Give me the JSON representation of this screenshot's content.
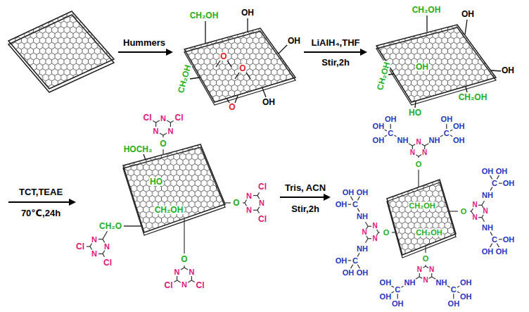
{
  "diagram": {
    "labels": [
      "Hummers",
      "LiAlH₄,THF",
      "Stir,2h",
      "TCT,TEAE",
      "70℃,24h",
      "Tris, ACN",
      "Stir,2h",
      "CH₂OH",
      "OH",
      "OH",
      "O",
      "O",
      "CH₂OH",
      "O",
      "OH",
      "CH₂OH",
      "OH",
      "OH",
      "OH",
      "CH₂OH",
      "HO",
      "CH₂OH",
      "N",
      "N",
      "N",
      "Cl",
      "Cl",
      "O",
      "HOCH₂",
      "HO",
      "N",
      "N",
      "N",
      "Cl",
      "Cl",
      "O",
      "N",
      "N",
      "N",
      "Cl",
      "Cl",
      "CH₂O",
      "CH₂OH",
      "N",
      "N",
      "N",
      "Cl",
      "Cl",
      "O",
      "CH₂OH",
      "CH₂OH",
      "N",
      "N",
      "N",
      "NH",
      "NH",
      "C",
      "OH",
      "OH",
      "OH",
      "C",
      "OH",
      "OH",
      "OH",
      "O",
      "N",
      "N",
      "N",
      "NH",
      "NH",
      "C",
      "OH",
      "OH",
      "OH",
      "C",
      "OH",
      "OH",
      "OH",
      "O",
      "N",
      "N",
      "N",
      "NH",
      "NH",
      "C",
      "OH",
      "OH",
      "OH",
      "C",
      "OH",
      "OH",
      "OH",
      "O",
      "N",
      "N",
      "N",
      "NH",
      "NH",
      "C",
      "OH",
      "OH",
      "OH",
      "C",
      "OH",
      "OH",
      "OH",
      "O"
    ]
  }
}
